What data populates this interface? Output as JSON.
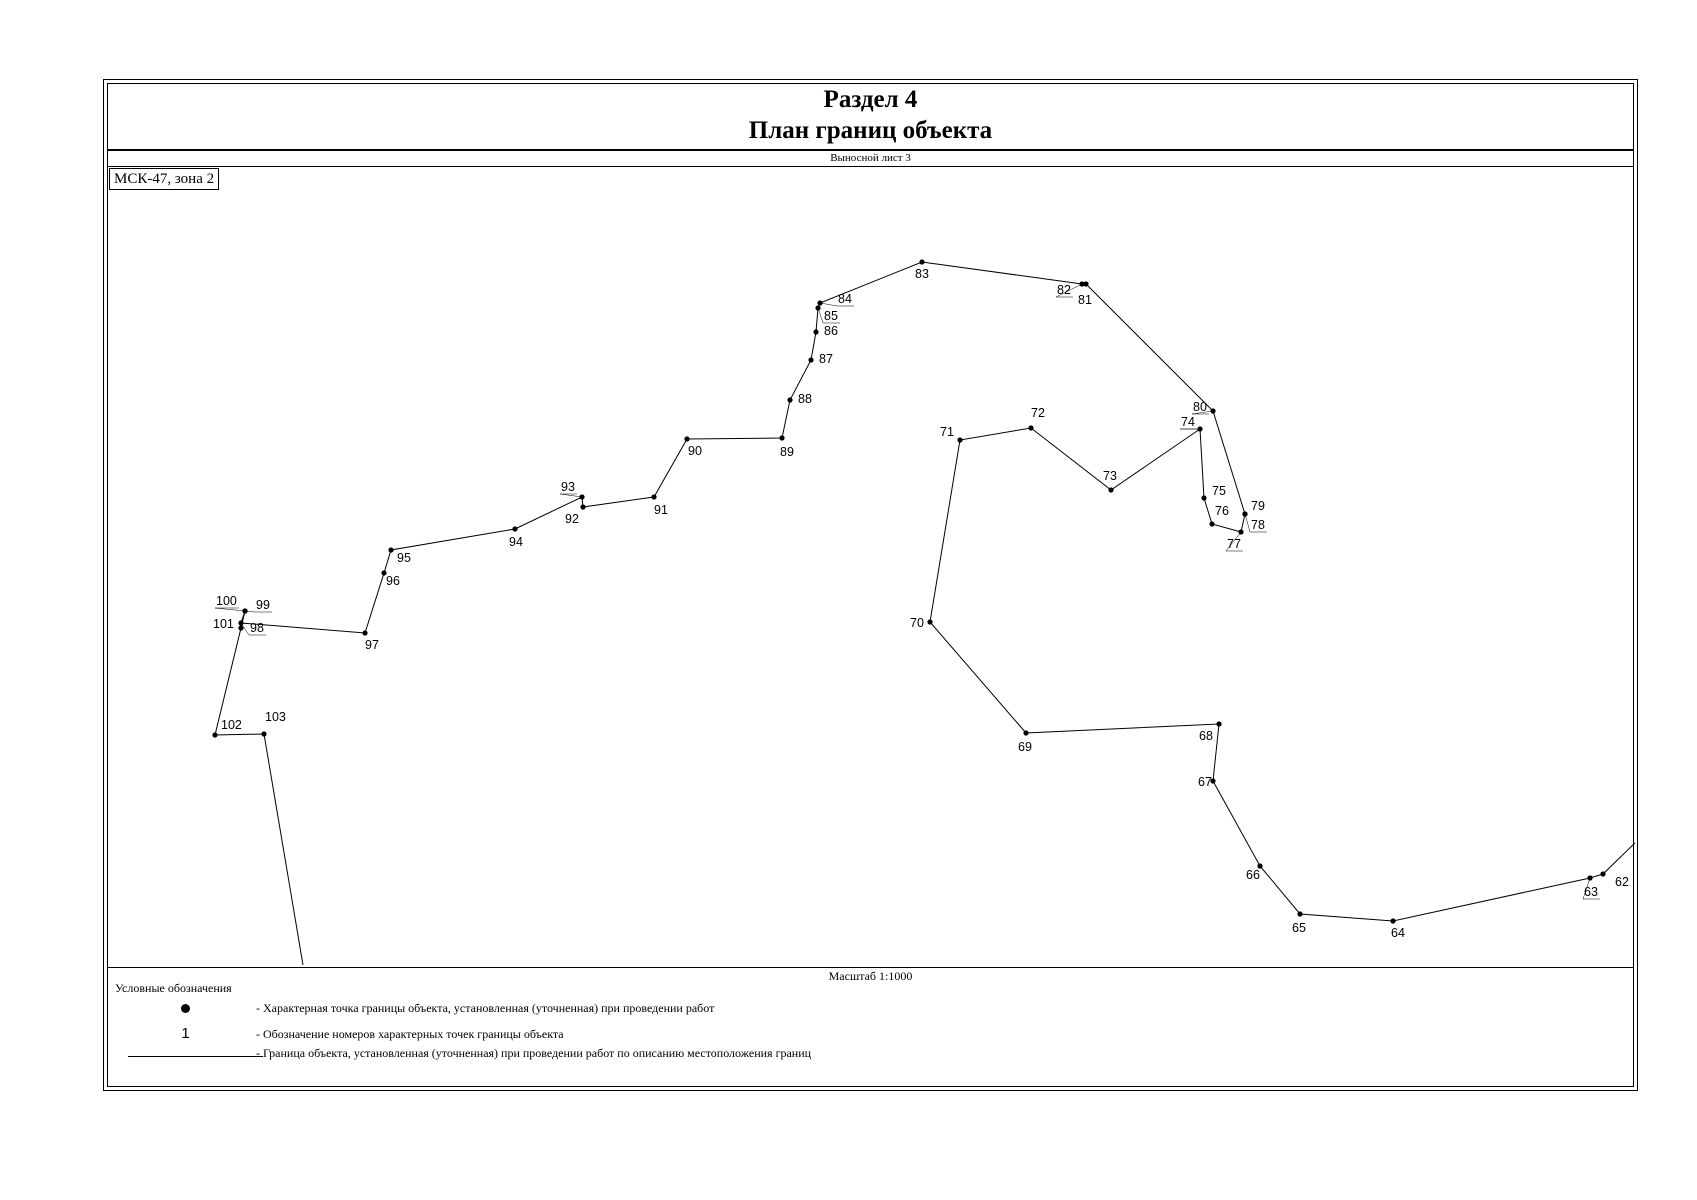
{
  "header": {
    "section": "Раздел 4",
    "title": "План границ объекта"
  },
  "sheet_label": "Выносной лист 3",
  "crs_label": "МСК-47, зона 2",
  "scale_label": "Масштаб 1:1000",
  "legend": {
    "title": "Условные обозначения",
    "items": [
      {
        "symbol": "dot",
        "text": "- Характерная точка границы объекта, установленная (уточненная) при проведении работ"
      },
      {
        "symbol": "number",
        "symbol_text": "1",
        "text": "- Обозначение номеров характерных точек границы объекта"
      },
      {
        "symbol": "line",
        "text": "- Граница объекта, установленная (уточненная) при проведении работ по описанию местоположения границ"
      }
    ]
  },
  "points": [
    "62",
    "63",
    "64",
    "65",
    "66",
    "67",
    "68",
    "69",
    "70",
    "71",
    "72",
    "73",
    "74",
    "75",
    "76",
    "77",
    "78",
    "79",
    "80",
    "81",
    "82",
    "83",
    "84",
    "85",
    "86",
    "87",
    "88",
    "89",
    "90",
    "91",
    "92",
    "93",
    "94",
    "95",
    "96",
    "97",
    "98",
    "99",
    "100",
    "101",
    "102",
    "103"
  ],
  "colors": {
    "ink": "#000000",
    "paper": "#ffffff"
  }
}
